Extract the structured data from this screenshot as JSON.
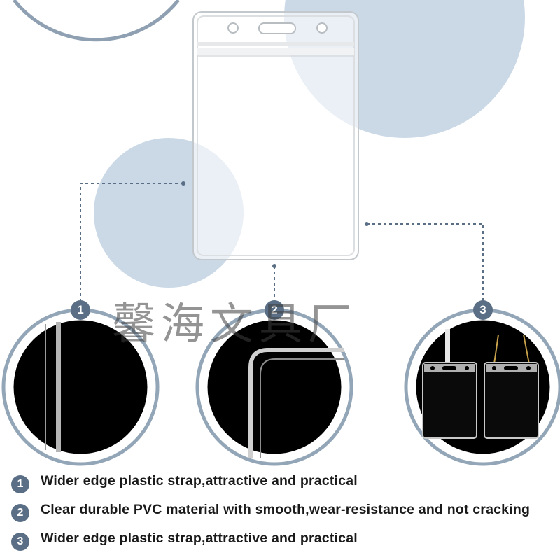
{
  "watermark": "馨海文具厂",
  "callouts": [
    "1",
    "2",
    "3"
  ],
  "features": [
    {
      "num": "1",
      "text": "Wider edge plastic strap,attractive and practical"
    },
    {
      "num": "2",
      "text": "Clear durable PVC material with smooth,wear-resistance and not cracking"
    },
    {
      "num": "3",
      "text": "Wider edge plastic strap,attractive and practical"
    }
  ],
  "colors": {
    "accent": "#5a6f86",
    "bubble": "#c9d8e6",
    "ring": "#93a6b8"
  }
}
